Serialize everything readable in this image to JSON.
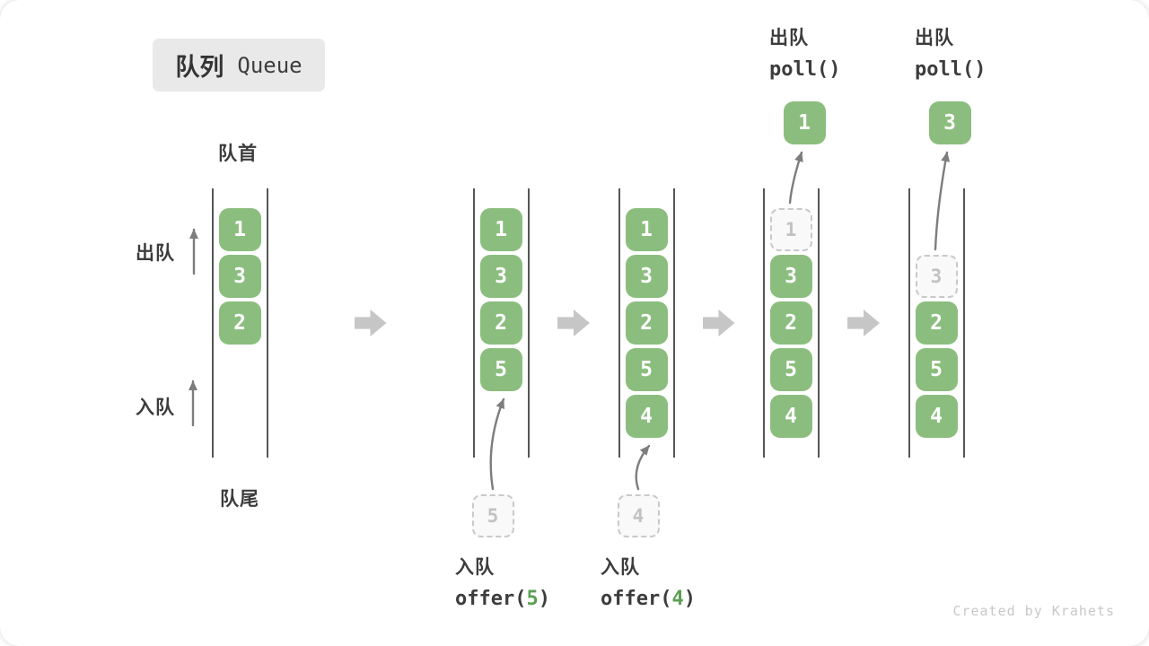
{
  "title": {
    "zh": "队列",
    "en": "Queue"
  },
  "labels": {
    "front": "队首",
    "rear": "队尾",
    "dequeue_side": "出队",
    "enqueue_side": "入队"
  },
  "watermark": "Created by Krahets",
  "colors": {
    "box_green": "#8BBE7E",
    "code_green": "#5BA053",
    "text_dark": "#3C3C3C",
    "ghost_border": "#C9C9C9",
    "ghost_text": "#C2C2C2",
    "thin_arrow_gray": "#7D7D7D",
    "block_arrow_gray": "#C6C6C6",
    "badge_bg": "#E9E9E9"
  },
  "queue_states": [
    {
      "cells": [
        {
          "slot": 0,
          "value": "1",
          "type": "solid"
        },
        {
          "slot": 1,
          "value": "3",
          "type": "solid"
        },
        {
          "slot": 2,
          "value": "2",
          "type": "solid"
        }
      ],
      "op": null
    },
    {
      "cells": [
        {
          "slot": 0,
          "value": "1",
          "type": "solid"
        },
        {
          "slot": 1,
          "value": "3",
          "type": "solid"
        },
        {
          "slot": 2,
          "value": "2",
          "type": "solid"
        },
        {
          "slot": 3,
          "value": "5",
          "type": "solid"
        }
      ],
      "op": {
        "kind": "enqueue",
        "zh": "入队",
        "code_prefix": "offer(",
        "arg": "5",
        "code_suffix": ")",
        "staging_value": "5"
      }
    },
    {
      "cells": [
        {
          "slot": 0,
          "value": "1",
          "type": "solid"
        },
        {
          "slot": 1,
          "value": "3",
          "type": "solid"
        },
        {
          "slot": 2,
          "value": "2",
          "type": "solid"
        },
        {
          "slot": 3,
          "value": "5",
          "type": "solid"
        },
        {
          "slot": 4,
          "value": "4",
          "type": "solid"
        }
      ],
      "op": {
        "kind": "enqueue",
        "zh": "入队",
        "code_prefix": "offer(",
        "arg": "4",
        "code_suffix": ")",
        "staging_value": "4"
      }
    },
    {
      "cells": [
        {
          "slot": 0,
          "value": "1",
          "type": "ghost"
        },
        {
          "slot": 1,
          "value": "3",
          "type": "solid"
        },
        {
          "slot": 2,
          "value": "2",
          "type": "solid"
        },
        {
          "slot": 3,
          "value": "5",
          "type": "solid"
        },
        {
          "slot": 4,
          "value": "4",
          "type": "solid"
        }
      ],
      "op": {
        "kind": "dequeue",
        "zh": "出队",
        "code": "poll()",
        "out_value": "1"
      }
    },
    {
      "cells": [
        {
          "slot": 1,
          "value": "3",
          "type": "ghost"
        },
        {
          "slot": 2,
          "value": "2",
          "type": "solid"
        },
        {
          "slot": 3,
          "value": "5",
          "type": "solid"
        },
        {
          "slot": 4,
          "value": "4",
          "type": "solid"
        }
      ],
      "op": {
        "kind": "dequeue",
        "zh": "出队",
        "code": "poll()",
        "out_value": "3"
      }
    }
  ]
}
